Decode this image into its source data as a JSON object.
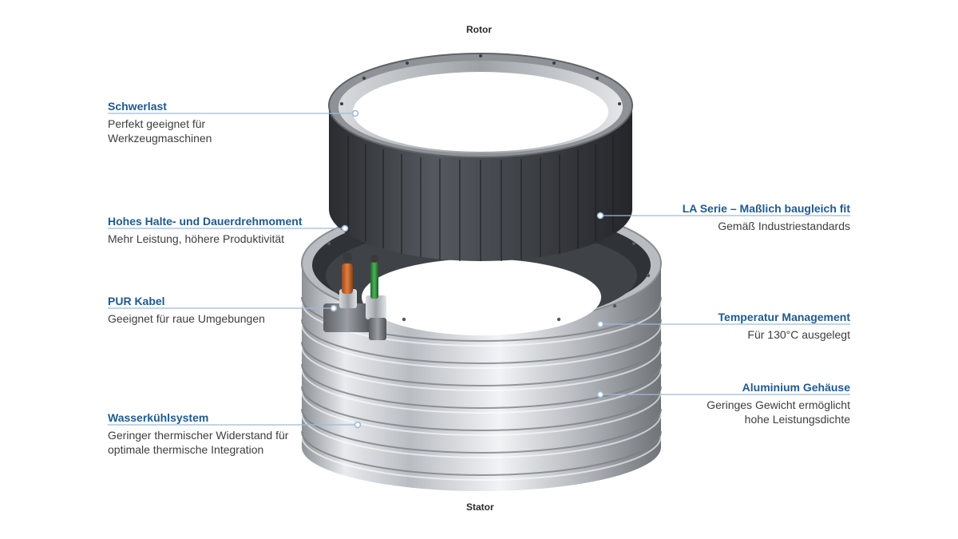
{
  "labels": {
    "top": "Rotor",
    "bottom": "Stator"
  },
  "callouts_left": [
    {
      "title": "Schwerlast",
      "desc": [
        "Perfekt geeignet für",
        "Werkzeugmaschinen"
      ]
    },
    {
      "title": "Hohes Halte- und Dauerdrehmoment",
      "desc": [
        "Mehr Leistung, höhere Produktivität"
      ]
    },
    {
      "title": "PUR Kabel",
      "desc": [
        "Geeignet für raue Umgebungen"
      ]
    },
    {
      "title": "Wasserkühlsystem",
      "desc": [
        "Geringer thermischer Widerstand für",
        "optimale thermische Integration"
      ]
    }
  ],
  "callouts_right": [
    {
      "title": "LA Serie – Maßlich baugleich fit",
      "desc": [
        "Gemäß Industriestandards"
      ]
    },
    {
      "title": "Temperatur Management",
      "desc": [
        "Für 130°C ausgelegt"
      ]
    },
    {
      "title": "Aluminium Gehäuse",
      "desc": [
        "Geringes Gewicht ermöglicht",
        "hohe Leistungsdichte"
      ]
    }
  ],
  "colors": {
    "accent": "#1f5a8f",
    "leader_line": "#9fbad6",
    "magnet": "#3b3e43",
    "aluminium": "#c9ccd0"
  },
  "icons": [
    "motor-illustration"
  ]
}
